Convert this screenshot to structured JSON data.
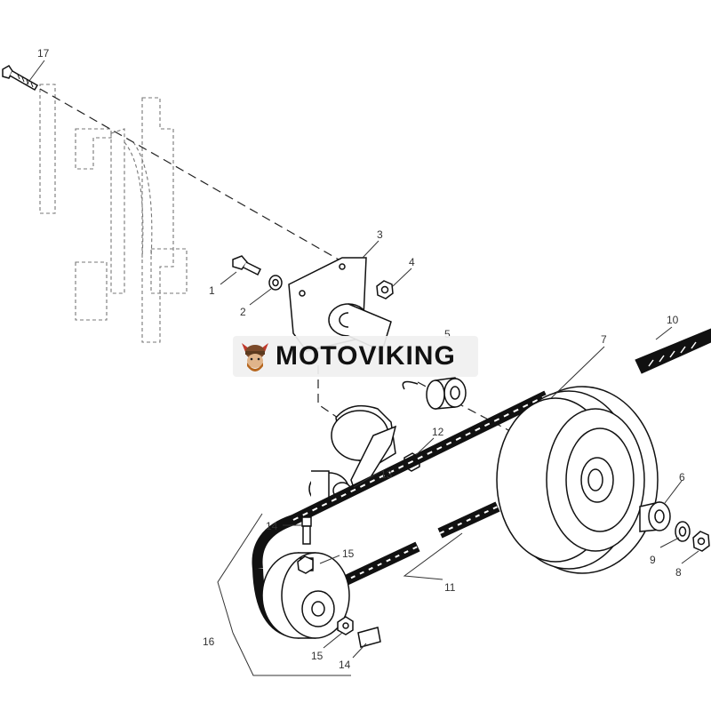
{
  "diagram": {
    "callouts": {
      "c1": "1",
      "c2": "2",
      "c3": "3",
      "c4": "4",
      "c5": "5",
      "c6": "6",
      "c7": "7",
      "c8": "8",
      "c9": "9",
      "c10": "10",
      "c11": "11",
      "c12": "12",
      "c13": "13",
      "c14a": "14",
      "c14b": "14",
      "c15a": "15",
      "c15b": "15",
      "c16": "16",
      "c17": "17"
    }
  },
  "watermark": {
    "text": "MOTOVIKING",
    "logo_icon": "viking-head-icon"
  },
  "colors": {
    "line": "#111111",
    "ghost": "#777777",
    "background": "#ffffff"
  }
}
